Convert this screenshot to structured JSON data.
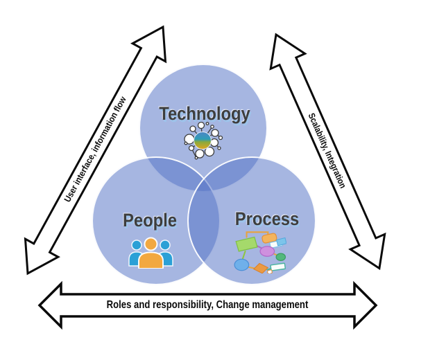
{
  "venn": {
    "circles": [
      {
        "label": "Technology",
        "icon": "network-nodes-icon"
      },
      {
        "label": "People",
        "icon": "people-group-icon"
      },
      {
        "label": "Process",
        "icon": "flowchart-icon"
      }
    ]
  },
  "arrows": {
    "left": {
      "label": "User interface, information flow"
    },
    "right": {
      "label": "Scalability, Integration"
    },
    "bottom": {
      "label": "Roles and responsibility, Change management"
    }
  },
  "colors": {
    "circle_fill": "#5573c6",
    "circle_border": "#ffffff",
    "arrow_fill": "#ffffff",
    "arrow_outline": "#0a0a0a",
    "circle_label_text": "#3d3d3d",
    "circle_label_glow": "#9dc3ea",
    "people_icon_center": "#f2a840",
    "people_icon_sides": "#2ba0d6",
    "molecule_gradient_top": "#4e86c6",
    "molecule_gradient_bottom": "#e0a61e"
  }
}
